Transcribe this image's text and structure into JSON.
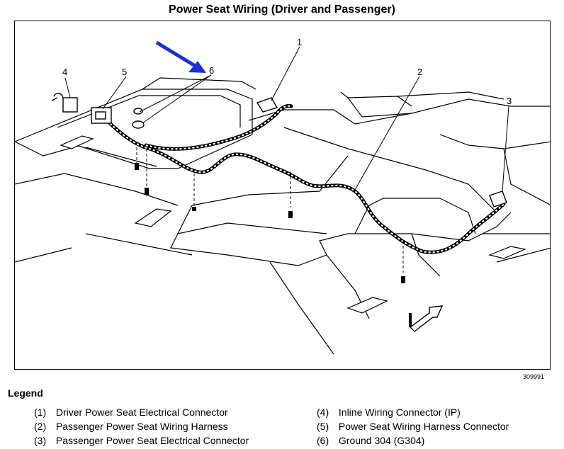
{
  "title": "Power Seat Wiring (Driver and Passenger)",
  "figure_number": "309991",
  "callouts": [
    "1",
    "2",
    "3",
    "4",
    "5",
    "6"
  ],
  "arrow_color": "#1b2fd6",
  "legend": {
    "heading": "Legend",
    "items": [
      {
        "num": "(1)",
        "text": "Driver Power Seat Electrical Connector"
      },
      {
        "num": "(2)",
        "text": "Passenger Power Seat Wiring Harness"
      },
      {
        "num": "(3)",
        "text": "Passenger Power Seat Electrical Connector"
      },
      {
        "num": "(4)",
        "text": "Inline Wiring Connector (IP)"
      },
      {
        "num": "(5)",
        "text": "Power Seat Wiring Harness Connector"
      },
      {
        "num": "(6)",
        "text": "Ground 304 (G304)"
      }
    ]
  }
}
